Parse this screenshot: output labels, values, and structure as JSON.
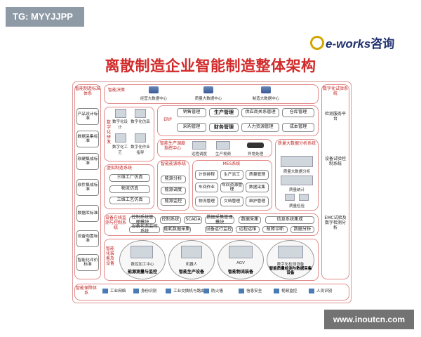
{
  "tag": "TG: MYYJJPP",
  "logo": {
    "brand": "e-works",
    "cn": "咨询"
  },
  "title": "离散制造企业智能制造整体架构",
  "left_column": {
    "header": "智能制造标准体系",
    "items": [
      "产品设计标准",
      "数据采集标准",
      "软硬集成标准",
      "软件集成标准",
      "数据库标准",
      "设备购置标准",
      "智能化评价标准"
    ]
  },
  "right_column": {
    "header": "数字化试验系统",
    "items": [
      "检测服务平台",
      "设备试验控制系统",
      "EMC试验及数字检测分析"
    ]
  },
  "decision": {
    "label": "智能决策",
    "centers": [
      "经营大数据中心",
      "质量大数据中心",
      "制造大数据中心"
    ]
  },
  "rd": {
    "label": "数字化研发",
    "items": [
      "数字化设计",
      "数字化仿真",
      "数字化工艺",
      "数字化作业指导"
    ]
  },
  "virtual": {
    "label": "虚拟制造系统",
    "items": [
      "三维工厂仿真",
      "物流仿真",
      "三维工艺仿真"
    ]
  },
  "erp": {
    "label": "ERP",
    "row1": [
      "销售管理",
      "生产管理",
      "供应商关系管理",
      "仓库管理"
    ],
    "row2": [
      "采购管理",
      "财务管理",
      "人力资源管理",
      "成本管理"
    ]
  },
  "smart_center": {
    "label": "智能生产调度指挥中心",
    "items": [
      "远程调度",
      "生产视频",
      "异常处理"
    ]
  },
  "mes": {
    "label": "MES系统",
    "items": [
      "计划排程",
      "生产派工",
      "质量管理",
      "车间作业",
      "车间资源管理",
      "数据采集",
      "物流管理",
      "文档管理",
      "维护管理"
    ]
  },
  "energy": {
    "label": "智能能源系统",
    "items": [
      "能源分析",
      "能源调度",
      "能源监控"
    ]
  },
  "quality": {
    "label": "质量大数据分析系统",
    "items": [
      "质量大数据分析",
      "质量统计",
      "质量检验"
    ]
  },
  "network": {
    "label": "设备在线监测与控制系统",
    "items": [
      "控制系统管理模块",
      "控制系统",
      "SCADA",
      "数据采集管理模块",
      "数据采集",
      "信息系统集成"
    ],
    "small": [
      "设备状态监控系统",
      "能耗数据采集",
      "设备运行监控",
      "远程运维",
      "故障诊断",
      "数据分析"
    ]
  },
  "equipment": {
    "label": "智能化装备及设备",
    "groups": [
      {
        "title": "数控加工中心",
        "caption": "能源测量与监控"
      },
      {
        "title": "机器人",
        "caption": "智能生产设备"
      },
      {
        "title": "AGV",
        "caption": "智能物流装备"
      },
      {
        "title": "数字化检测设备",
        "caption": "智能质量检测与数据采集设备"
      }
    ]
  },
  "security": {
    "label": "智能保障体系",
    "items": [
      "工业网络",
      "身份识别",
      "工业交换机与路由器",
      "防火墙",
      "信息安全",
      "视频监控",
      "人员识别"
    ]
  },
  "watermark": "www.inoutcn.com"
}
